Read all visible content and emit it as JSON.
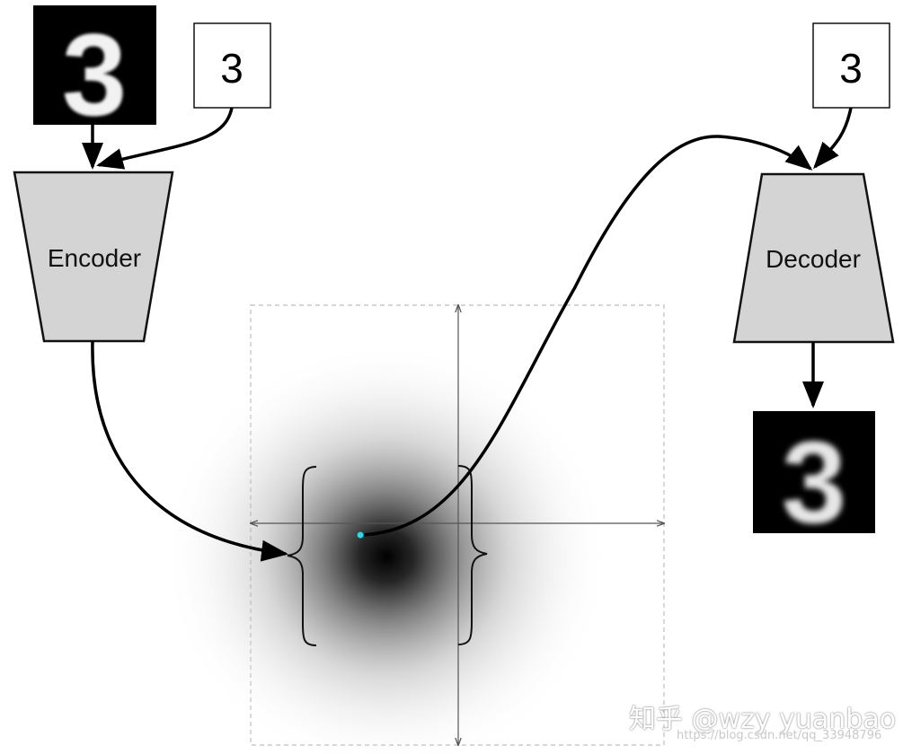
{
  "encoder": {
    "label": "Encoder"
  },
  "decoder": {
    "label": "Decoder"
  },
  "condition_input": {
    "label": "3"
  },
  "condition_decoder": {
    "label": "3"
  },
  "input_image": {
    "digit": "3"
  },
  "output_image": {
    "digit": "3"
  },
  "watermark": {
    "text": "知乎 @wzy yuanbao",
    "url": "https://blog.csdn.net/qq_33948796"
  },
  "colors": {
    "block_fill": "#d4d4d4",
    "arrow": "#000000",
    "sample_point": "#39d3e3",
    "latent_box_border": "#bdbdbd",
    "image_background": "#000000"
  }
}
